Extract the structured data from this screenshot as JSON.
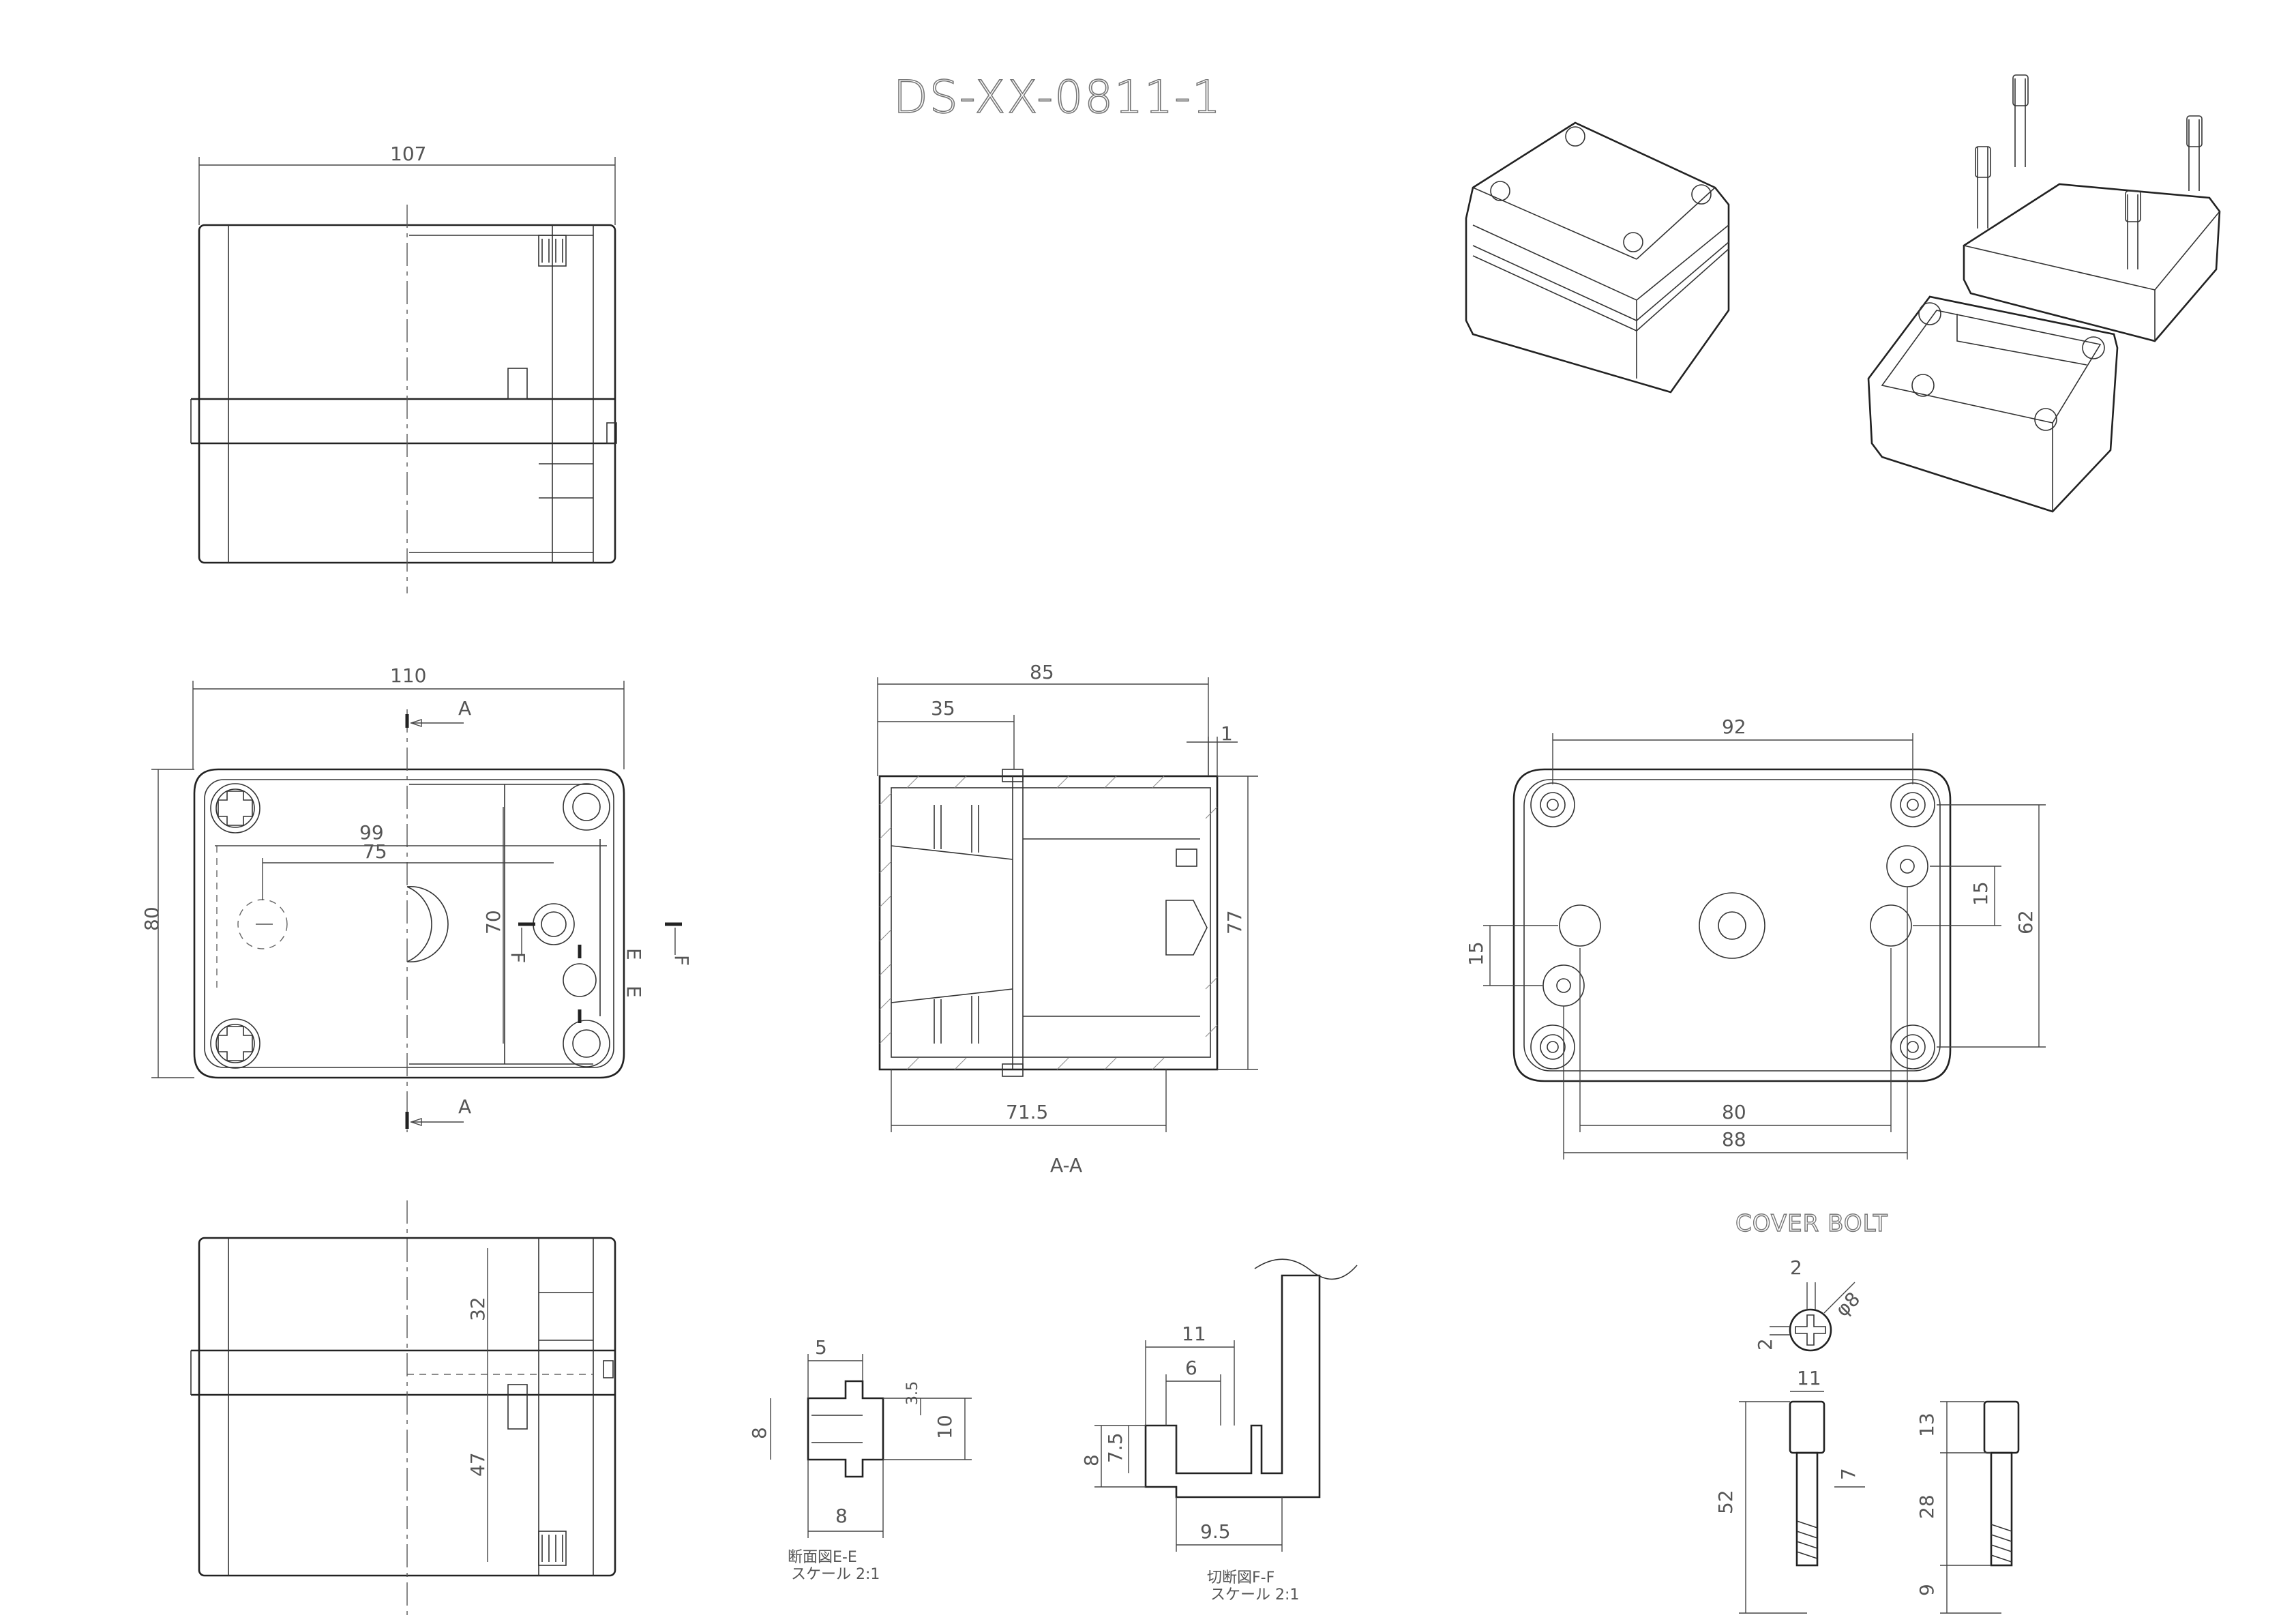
{
  "title": "DS-XX-0811-1",
  "cover_bolt_label": "COVER BOLT",
  "section_aa_label": "A-A",
  "section_ee": {
    "name": "断面図E-E",
    "scale": "スケール 2:1"
  },
  "section_ff": {
    "name": "切断図F-F",
    "scale": "スケール 2:1"
  },
  "section_marks": {
    "a": "A",
    "e": "E",
    "f": "F"
  },
  "dims": {
    "top_view_width": "107",
    "front_width": "110",
    "front_height": "80",
    "front_inner_99": "99",
    "front_inner_75": "75",
    "front_inner_70": "70",
    "aa_total": "85",
    "aa_35": "35",
    "aa_1": "1",
    "aa_77": "77",
    "aa_71_5": "71.5",
    "back_92": "92",
    "back_62": "62",
    "back_15_right": "15",
    "back_15_left": "15",
    "back_80": "80",
    "back_88": "88",
    "bottom_32": "32",
    "bottom_47": "47",
    "ee_5": "5",
    "ee_3_5": "3.5",
    "ee_8_left": "8",
    "ee_10": "10",
    "ee_8_bottom": "8",
    "ff_11": "11",
    "ff_6": "6",
    "ff_8": "8",
    "ff_7_5": "7.5",
    "ff_9_5": "9.5",
    "bolt_2_top": "2",
    "bolt_2_side": "2",
    "bolt_phi8": "φ8",
    "bolt_11": "11",
    "bolt_7": "7",
    "bolt_52": "52",
    "bolt_13": "13",
    "bolt_28": "28",
    "bolt_9": "9"
  }
}
